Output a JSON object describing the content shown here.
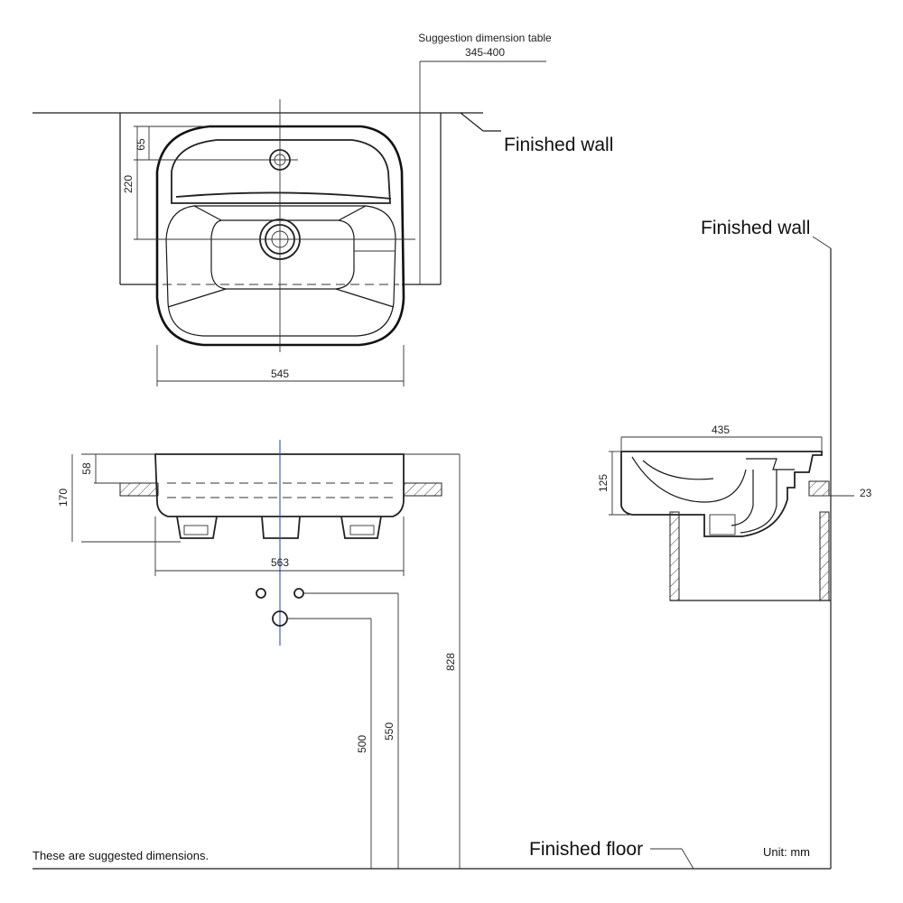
{
  "labels": {
    "finished_wall_top": "Finished wall",
    "finished_wall_side": "Finished wall",
    "finished_floor": "Finished floor",
    "suggestion_title": "Suggestion dimension table",
    "suggestion_range": "345-400",
    "note_left": "These are suggested dimensions.",
    "unit": "Unit: mm"
  },
  "dimensions": {
    "top_65": "65",
    "top_220": "220",
    "top_width": "545",
    "front_58": "58",
    "front_170": "170",
    "front_width": "563",
    "h_500": "500",
    "h_550": "550",
    "h_828": "828",
    "side_depth": "435",
    "side_125": "125",
    "side_23": "23"
  }
}
